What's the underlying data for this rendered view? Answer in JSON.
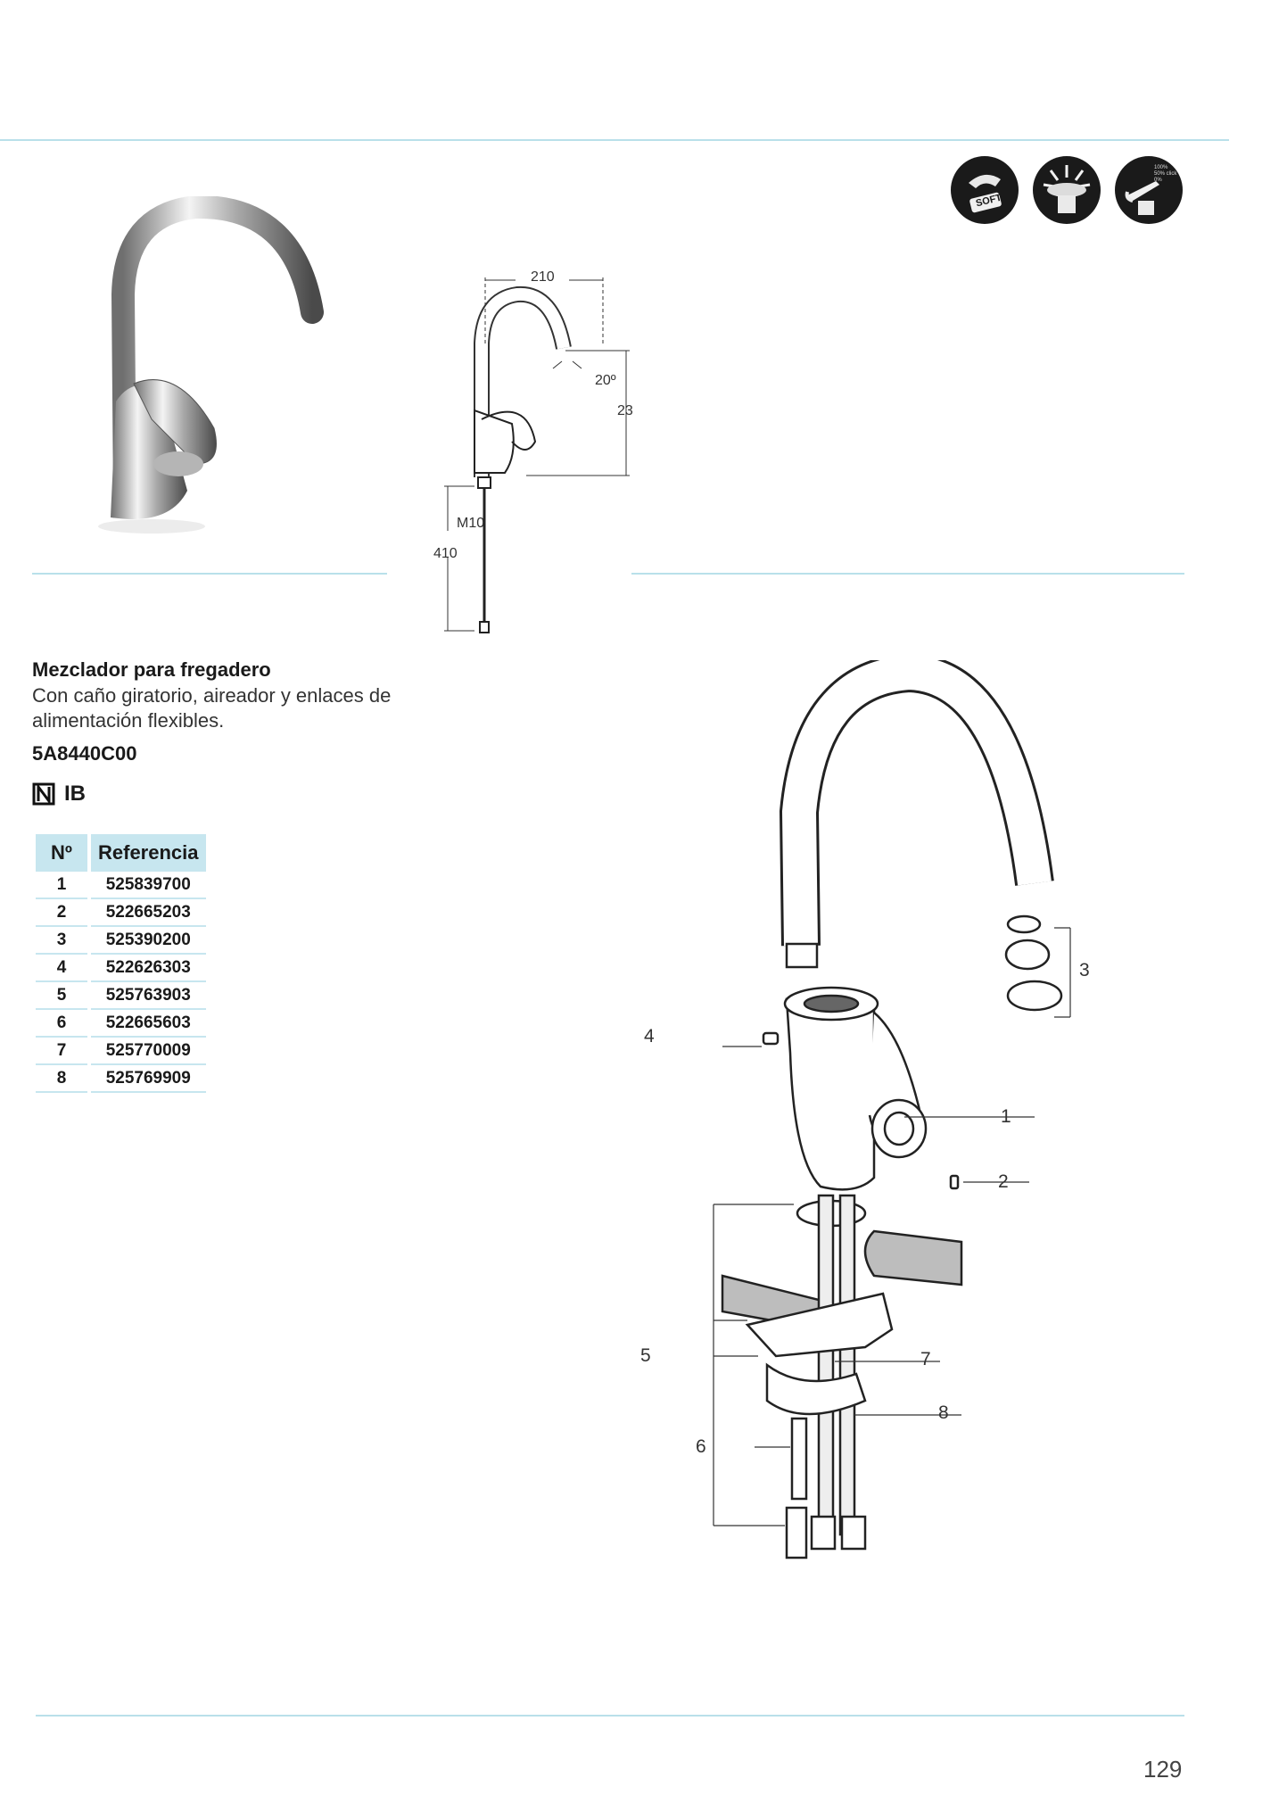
{
  "product": {
    "title": "Mezclador para fregadero",
    "description": "Con caño giratorio, aireador y enlaces de alimentación flexibles.",
    "code": "5A8440C00",
    "certification": "IB",
    "certification_icon": "n-mark-icon"
  },
  "badges": [
    {
      "icon": "soft-icon",
      "label": "SOFT"
    },
    {
      "icon": "cold-start-icon",
      "label": ""
    },
    {
      "icon": "eco-click-icon",
      "label_lines": [
        "100%",
        "50% click",
        "0%"
      ]
    }
  ],
  "dimensions": {
    "width": "210",
    "angle": "20º",
    "height": "23",
    "thread": "M10",
    "hose": "410"
  },
  "parts_table": {
    "headers": [
      "Nº",
      "Referencia"
    ],
    "rows": [
      [
        "1",
        "525839700"
      ],
      [
        "2",
        "522665203"
      ],
      [
        "3",
        "525390200"
      ],
      [
        "4",
        "522626303"
      ],
      [
        "5",
        "525763903"
      ],
      [
        "6",
        "522665603"
      ],
      [
        "7",
        "525770009"
      ],
      [
        "8",
        "525769909"
      ]
    ]
  },
  "exploded_labels": [
    "1",
    "2",
    "3",
    "4",
    "5",
    "6",
    "7",
    "8"
  ],
  "page_number": "129",
  "colors": {
    "rule": "#b9e0ea",
    "table_header": "#c7e6ef"
  }
}
